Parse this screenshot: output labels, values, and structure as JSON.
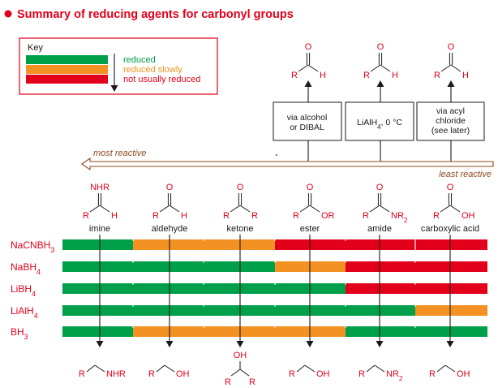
{
  "title": "Summary of reducing agents for carbonyl groups",
  "colors": {
    "reduced": "#00a04b",
    "slow": "#f39222",
    "not": "#e3001b",
    "brown": "#8b4a1e",
    "red_text": "#e3001b"
  },
  "key": {
    "heading": "Key",
    "reduced": "reduced",
    "slow": "reduced slowly",
    "not": "not usually reduced"
  },
  "top_routes": [
    {
      "line1": "via alcohol",
      "line2": "or DIBAL",
      "line3": ""
    },
    {
      "line1": "LiAlH",
      "sub": "4",
      "line2_after": ", 0 °C"
    },
    {
      "line1": "via acyl",
      "line2": "chloride",
      "line3": "(see later)"
    }
  ],
  "reactivity": {
    "most": "most reactive",
    "least": "least reactive"
  },
  "substrates": [
    {
      "name": "imine"
    },
    {
      "name": "aldehyde"
    },
    {
      "name": "ketone"
    },
    {
      "name": "ester"
    },
    {
      "name": "amide"
    },
    {
      "name": "carboxylic acid"
    }
  ],
  "reagents": [
    {
      "name": "NaCNBH",
      "sub": "3",
      "bands": [
        "reduced",
        "slow",
        "slow",
        "not",
        "not",
        "not"
      ]
    },
    {
      "name": "NaBH",
      "sub": "4",
      "bands": [
        "reduced",
        "reduced",
        "reduced",
        "slow",
        "not",
        "not"
      ]
    },
    {
      "name": "LiBH",
      "sub": "4",
      "bands": [
        "reduced",
        "reduced",
        "reduced",
        "reduced",
        "not",
        "not"
      ]
    },
    {
      "name": "LiAlH",
      "sub": "4",
      "bands": [
        "reduced",
        "reduced",
        "reduced",
        "reduced",
        "reduced",
        "slow"
      ]
    },
    {
      "name": "BH",
      "sub": "3",
      "bands": [
        "reduced",
        "slow",
        "slow",
        "slow",
        "reduced",
        "reduced"
      ]
    }
  ],
  "chem": {
    "R": "R",
    "O": "O",
    "H": "H",
    "NHR": "NHR",
    "OR": "OR",
    "NR": "NR",
    "NR_sub": "2",
    "OH": "OH"
  },
  "products": [
    "NHR",
    "OH",
    "OH",
    "OH",
    "NR",
    "OH"
  ]
}
